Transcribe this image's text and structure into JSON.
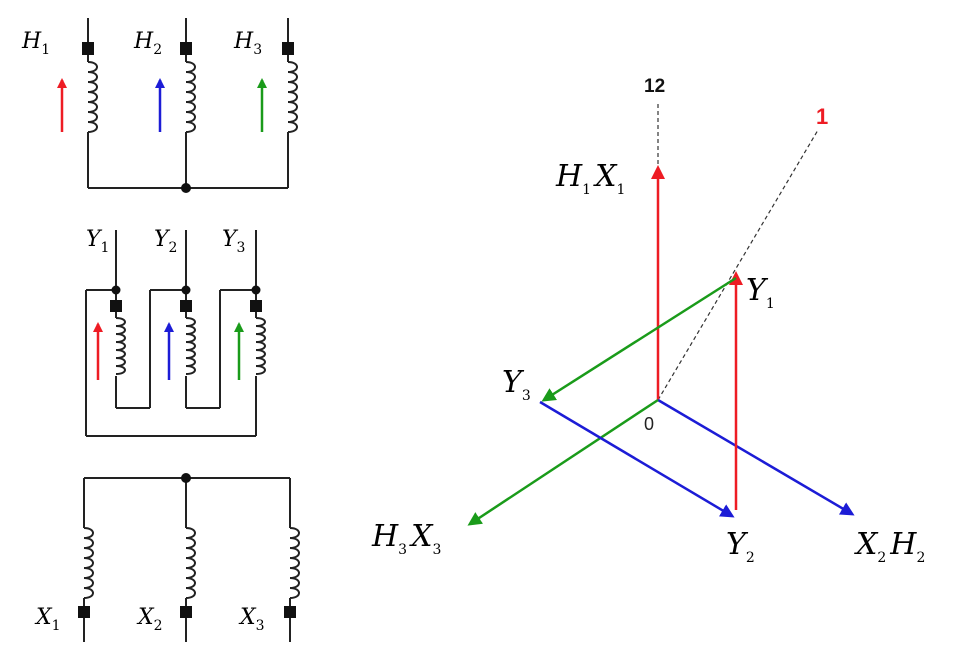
{
  "primary": {
    "terminals": [
      {
        "letter": "H",
        "sub": "1",
        "color": "#ee1c24"
      },
      {
        "letter": "H",
        "sub": "2",
        "color": "#1c1cd6"
      },
      {
        "letter": "H",
        "sub": "3",
        "color": "#1a9b1a"
      }
    ]
  },
  "tertiary": {
    "terminals": [
      {
        "letter": "Y",
        "sub": "1",
        "color": "#ee1c24"
      },
      {
        "letter": "Y",
        "sub": "2",
        "color": "#1c1cd6"
      },
      {
        "letter": "Y",
        "sub": "3",
        "color": "#1a9b1a"
      }
    ]
  },
  "secondary": {
    "terminals": [
      {
        "letter": "X",
        "sub": "1"
      },
      {
        "letter": "X",
        "sub": "2"
      },
      {
        "letter": "X",
        "sub": "3"
      }
    ]
  },
  "phasor": {
    "ref_12": "12",
    "ref_1": "1",
    "origin": "0",
    "labels": {
      "h1x1": {
        "a": "H",
        "a_sub": "1",
        "b": "X",
        "b_sub": "1"
      },
      "h3x3": {
        "a": "H",
        "a_sub": "3",
        "b": "X",
        "b_sub": "3"
      },
      "x2h2": {
        "a": "X",
        "a_sub": "2",
        "b": "H",
        "b_sub": "2"
      },
      "y1": {
        "a": "Y",
        "a_sub": "1"
      },
      "y2": {
        "a": "Y",
        "a_sub": "2"
      },
      "y3": {
        "a": "Y",
        "a_sub": "3"
      }
    },
    "colors": {
      "red": "#ee1c24",
      "blue": "#1c1cd6",
      "green": "#1a9b1a",
      "ref1": "#ee1c24"
    }
  }
}
